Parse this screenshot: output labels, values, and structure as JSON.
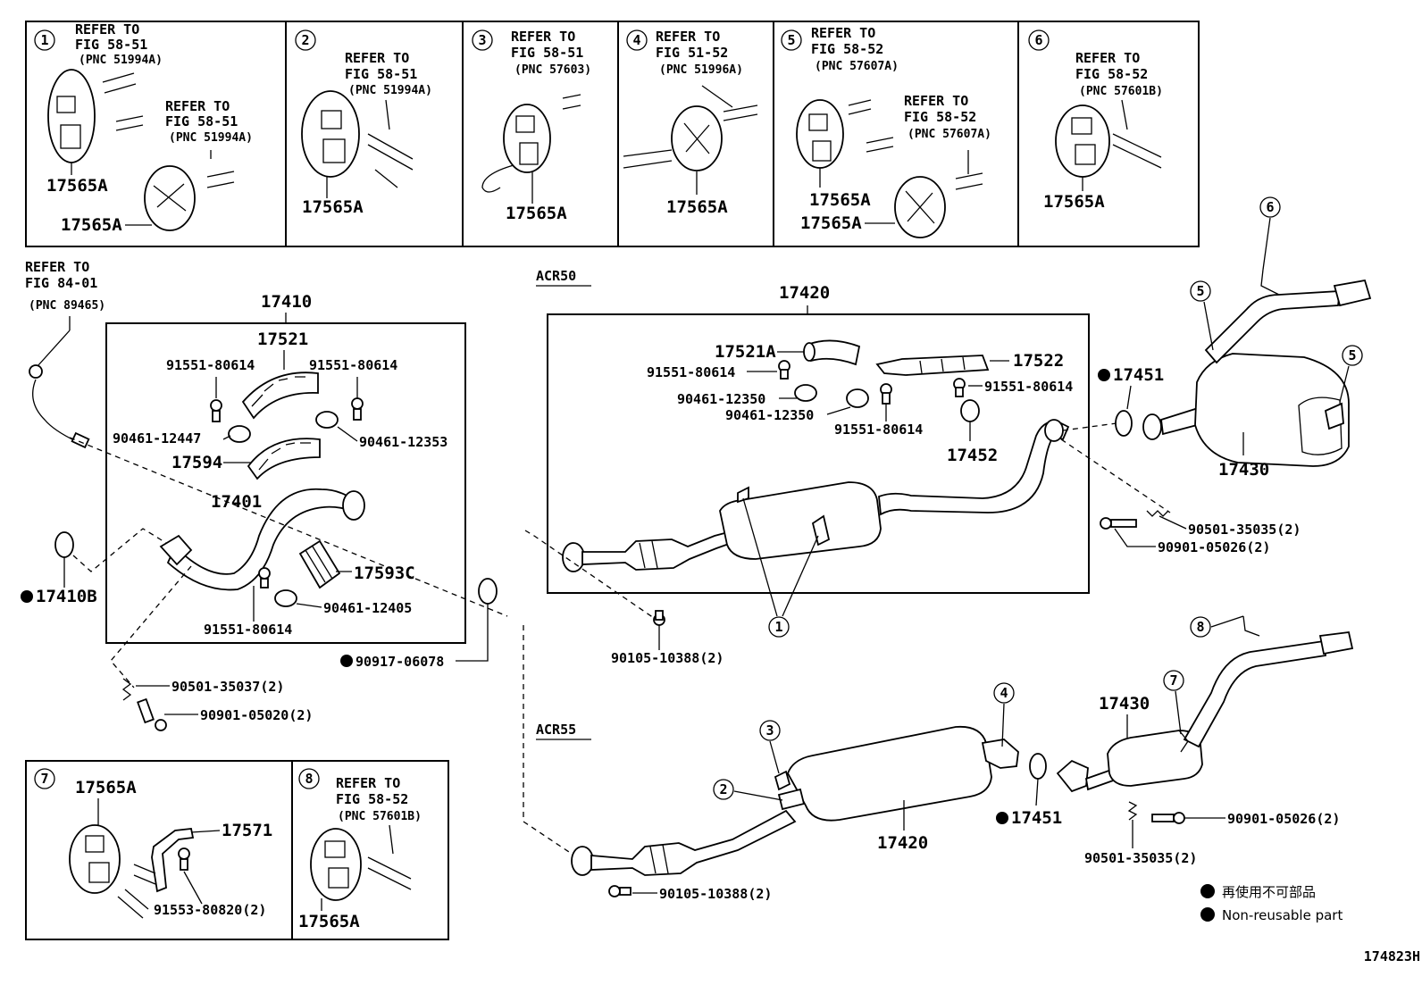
{
  "inset_boxes": [
    {
      "num": "1",
      "refs": [
        {
          "lines": [
            "REFER TO",
            "FIG 58-51"
          ],
          "pnc": "(PNC 51994A)"
        },
        {
          "lines": [
            "REFER TO",
            "FIG 58-51"
          ],
          "pnc": "(PNC 51994A)"
        }
      ],
      "parts": [
        "17565A",
        "17565A"
      ]
    },
    {
      "num": "2",
      "refs": [
        {
          "lines": [
            "REFER TO",
            "FIG 58-51"
          ],
          "pnc": "(PNC 51994A)"
        }
      ],
      "parts": [
        "17565A"
      ]
    },
    {
      "num": "3",
      "refs": [
        {
          "lines": [
            "REFER TO",
            "FIG 58-51"
          ],
          "pnc": "(PNC 57603)"
        }
      ],
      "parts": [
        "17565A"
      ]
    },
    {
      "num": "4",
      "refs": [
        {
          "lines": [
            "REFER TO",
            "FIG 51-52"
          ],
          "pnc": "(PNC 51996A)"
        }
      ],
      "parts": [
        "17565A"
      ]
    },
    {
      "num": "5",
      "refs": [
        {
          "lines": [
            "REFER TO",
            "FIG 58-52"
          ],
          "pnc": "(PNC 57607A)"
        },
        {
          "lines": [
            "REFER TO",
            "FIG 58-52"
          ],
          "pnc": "(PNC 57607A)"
        }
      ],
      "parts": [
        "17565A",
        "17565A"
      ]
    },
    {
      "num": "6",
      "refs": [
        {
          "lines": [
            "REFER TO",
            "FIG 58-52"
          ],
          "pnc": "(PNC 57601B)"
        }
      ],
      "parts": [
        "17565A"
      ]
    },
    {
      "num": "7",
      "refs": [],
      "parts": [
        "17565A",
        "17571",
        "91553-80820(2)"
      ]
    },
    {
      "num": "8",
      "refs": [
        {
          "lines": [
            "REFER TO",
            "FIG 58-52"
          ],
          "pnc": "(PNC 57601B)"
        }
      ],
      "parts": [
        "17565A"
      ]
    }
  ],
  "sensor_ref": {
    "lines": [
      "REFER TO",
      "FIG 84-01"
    ],
    "pnc": "(PNC 89465)"
  },
  "front_group": {
    "main": "17410",
    "labels": [
      "17521",
      "91551-80614",
      "91551-80614",
      "90461-12447",
      "90461-12353",
      "17594",
      "17401",
      "17593C",
      "91551-80614",
      "90461-12405"
    ]
  },
  "front_loose": [
    "17410B",
    "90917-06078",
    "90501-35037(2)",
    "90901-05020(2)"
  ],
  "acr50": {
    "variant": "ACR50",
    "main": "17420",
    "labels": [
      "17521A",
      "17522",
      "91551-80614",
      "90461-12350",
      "90461-12350",
      "91551-80614",
      "91551-80614",
      "17452"
    ],
    "outside": [
      "17451",
      "17430",
      "90501-35035(2)",
      "90901-05026(2)",
      "90105-10388(2)"
    ]
  },
  "acr55": {
    "variant": "ACR55",
    "labels": [
      "17420",
      "17451",
      "17430",
      "90901-05026(2)",
      "90501-35035(2)",
      "90105-10388(2)"
    ]
  },
  "callouts": [
    "1",
    "2",
    "3",
    "4",
    "5",
    "5",
    "6",
    "7",
    "8"
  ],
  "legend": {
    "jp": "再使用不可部品",
    "en": "Non-reusable part"
  },
  "figure_id": "174823H"
}
